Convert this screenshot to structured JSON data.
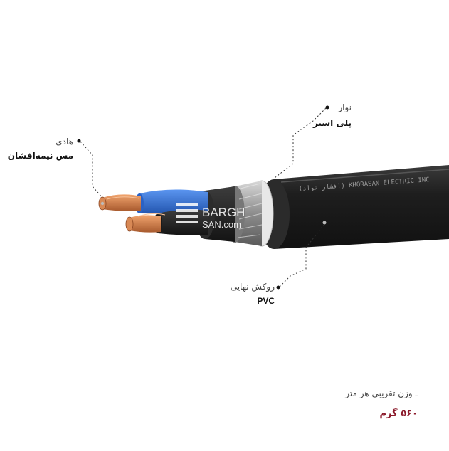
{
  "callouts": {
    "conductor": {
      "title": "هادی",
      "value": "مس نیمه‌افشان"
    },
    "tape": {
      "title": "نوار",
      "value": "پلی استر"
    },
    "sheath": {
      "title": "روکش نهایی",
      "value": "PVC"
    }
  },
  "weight": {
    "label": "ـ وزن تقریبی هر متر",
    "value": "۵۶۰ گرم"
  },
  "cable_print": "(افشار نواد) KHORASAN ELECTRIC INC",
  "watermark": {
    "line1": "BARGH",
    "line2": "SAN.com"
  },
  "colors": {
    "accent": "#8b1a2b",
    "sheath": "#262626",
    "copper": "#c9774a",
    "blue": "#2d6fd1"
  }
}
